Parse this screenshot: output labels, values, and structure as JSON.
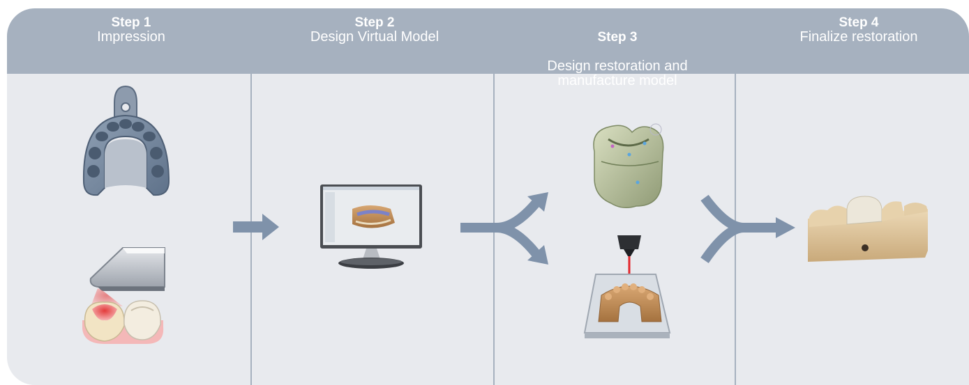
{
  "steps": [
    {
      "number": "Step 1",
      "name": "Impression"
    },
    {
      "number": "Step 2",
      "name": "Design Virtual Model"
    },
    {
      "number": "Step 3",
      "name": "Design restoration and\nmanufacture model"
    },
    {
      "number": "Step 4",
      "name": "Finalize restoration"
    }
  ],
  "colors": {
    "header": "#a6b1bf",
    "panel": "#e8eaee",
    "arrow": "#7f92aa",
    "text": "#ffffff"
  },
  "icons": [
    "impression-tray-icon",
    "intraoral-scanner-icon",
    "monitor-icon",
    "crown-model-icon",
    "printer-model-icon",
    "finished-restoration-icon"
  ]
}
